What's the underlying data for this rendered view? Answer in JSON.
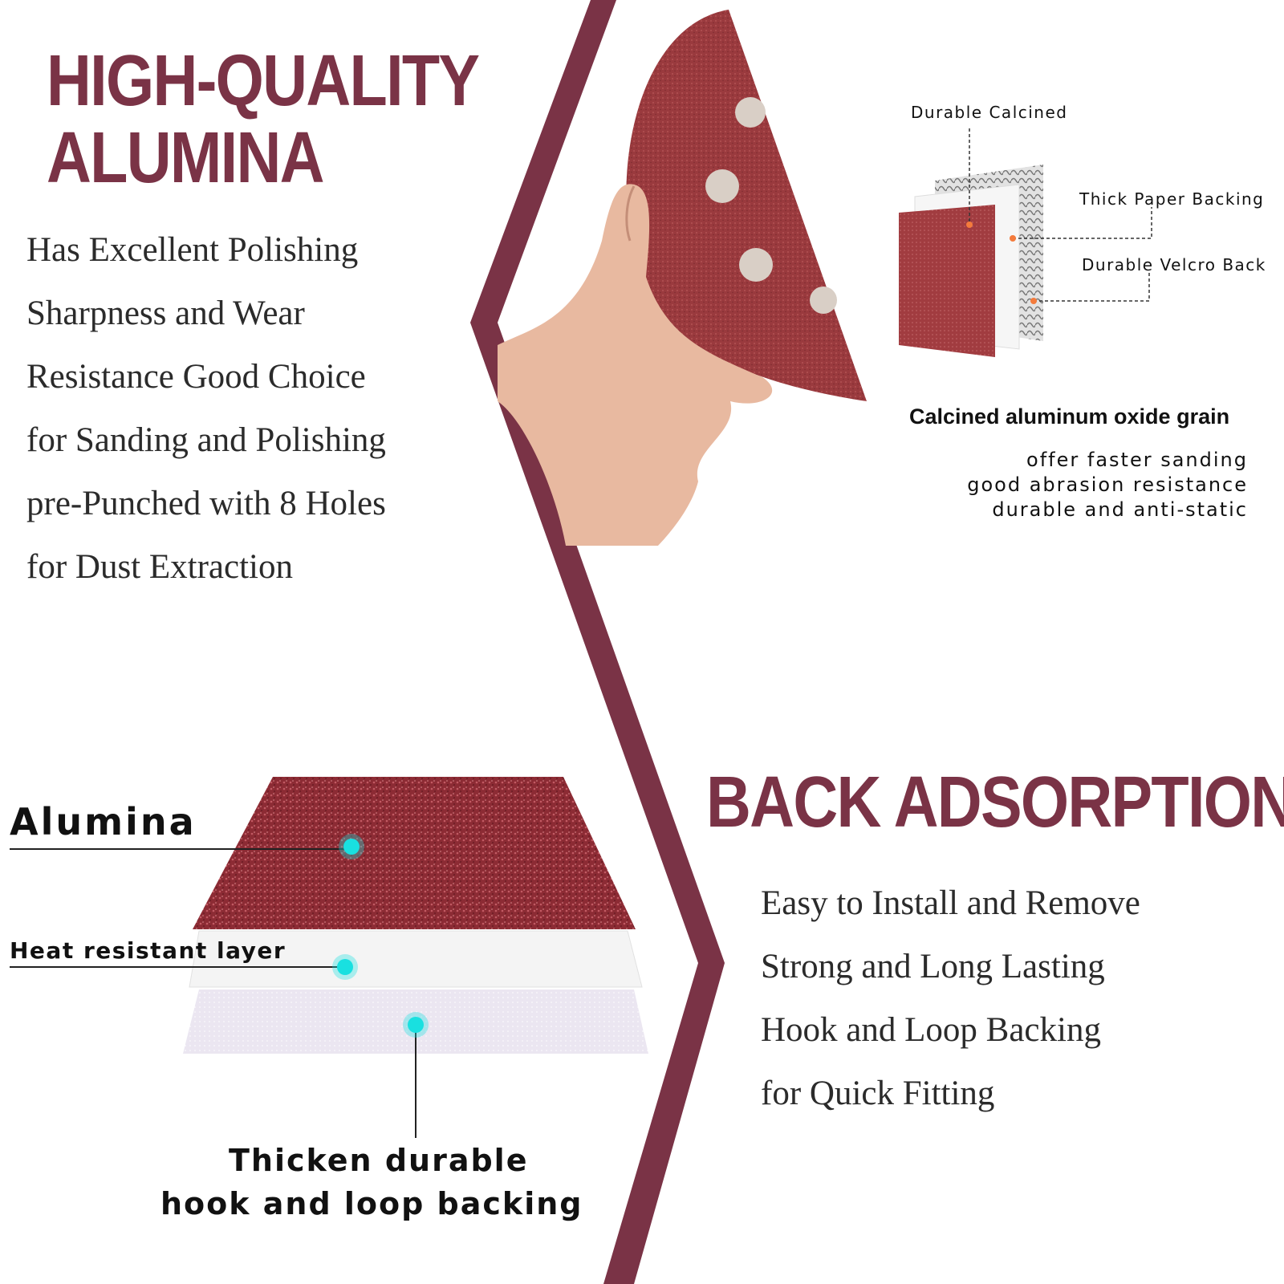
{
  "colors": {
    "brand": "#7a3346",
    "accent_dot": "#19e0e0",
    "text": "#2b2b2b"
  },
  "top_left": {
    "heading_line1": "HIGH-QUALITY",
    "heading_line2": "ALUMINA",
    "body_lines": [
      "Has Excellent Polishing",
      "Sharpness and Wear",
      "Resistance Good Choice",
      "for Sanding and Polishing",
      "pre-Punched with 8 Holes",
      "for Dust Extraction"
    ]
  },
  "layer_diagram": {
    "labels": [
      "Durable Calcined",
      "Thick Paper Backing",
      "Durable Velcro Back"
    ],
    "caption_title": "Calcined aluminum oxide grain",
    "caption_lines": [
      "offer faster sanding",
      "good abrasion resistance",
      "durable and anti-static"
    ]
  },
  "bottom_left": {
    "label_alumina": "Alumina",
    "label_heat": "Heat resistant layer",
    "label_backing_line1": "Thicken durable",
    "label_backing_line2": "hook and loop backing"
  },
  "bottom_right": {
    "heading": "BACK ADSORPTION",
    "body_lines": [
      "Easy to Install and Remove",
      "Strong and Long Lasting",
      "Hook and Loop Backing",
      "for Quick Fitting"
    ]
  }
}
